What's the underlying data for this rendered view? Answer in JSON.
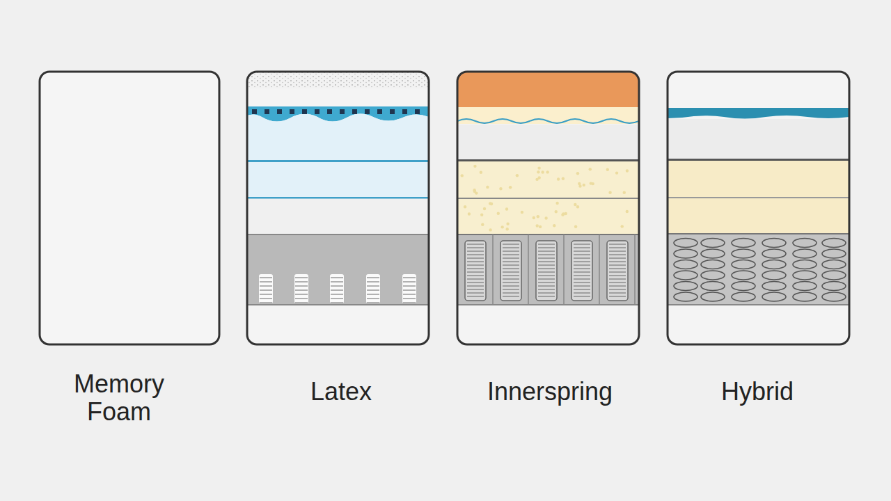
{
  "diagram": {
    "labels": [
      "Memory Foam",
      "Latex",
      "Innerspring",
      "Hybrid"
    ]
  }
}
